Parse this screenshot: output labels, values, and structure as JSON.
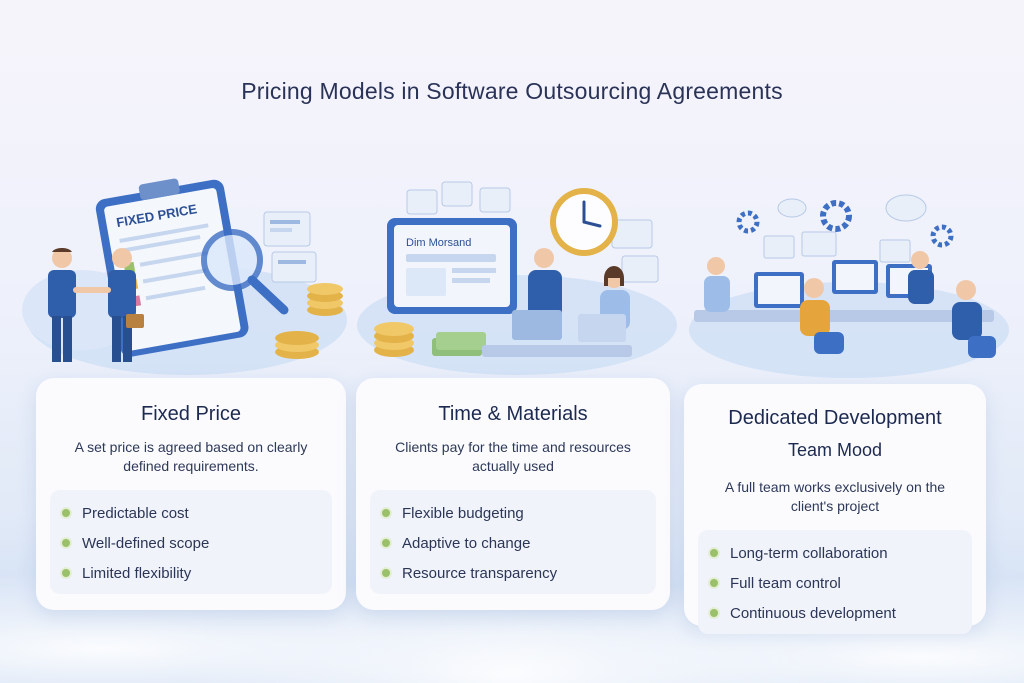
{
  "title": "Pricing Models in Software Outsourcing Agreements",
  "cards": [
    {
      "heading": "Fixed Price",
      "description": "A set price is agreed based on clearly defined requirements.",
      "items": [
        "Predictable cost",
        "Well-defined scope",
        "Limited flexibility"
      ],
      "clipboard_label": "FIXED PRICE"
    },
    {
      "heading": "Time & Materials",
      "description": "Clients pay for the time and resources actually used",
      "items": [
        "Flexible budgeting",
        "Adaptive to change",
        "Resource transparency"
      ],
      "screen_label": "Dim Morsand"
    },
    {
      "heading": "Dedicated Development",
      "heading_line2": "Team Mood",
      "description": "A full team works exclusively on the client's project",
      "items": [
        "Long-term collaboration",
        "Full team control",
        "Continuous development"
      ]
    }
  ],
  "colors": {
    "primary_blue": "#3d6fc4",
    "light_blue": "#a9c4ec",
    "gold": "#e3b34a",
    "bullet_green": "#9bc06a",
    "text": "#1d2a50"
  }
}
